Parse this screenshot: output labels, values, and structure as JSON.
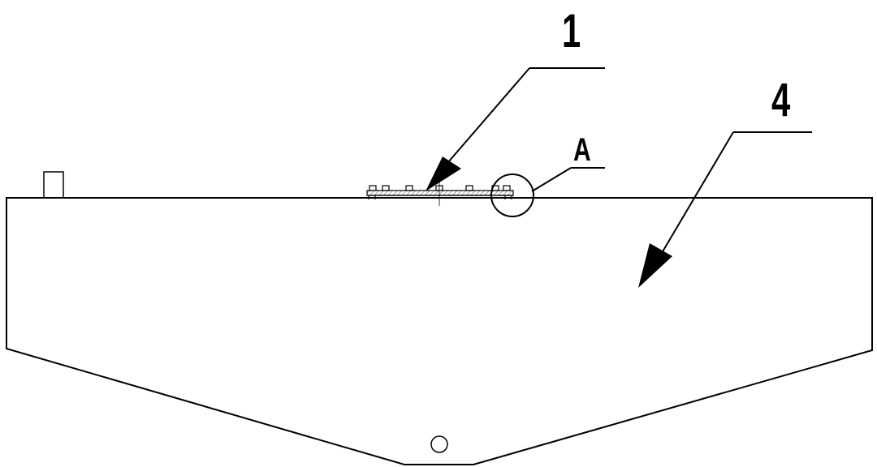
{
  "callouts": {
    "part_1": "1",
    "part_4": "4",
    "detail_a": "A"
  },
  "colors": {
    "line": "#000000",
    "background": "#ffffff",
    "hatch": "#555555"
  }
}
